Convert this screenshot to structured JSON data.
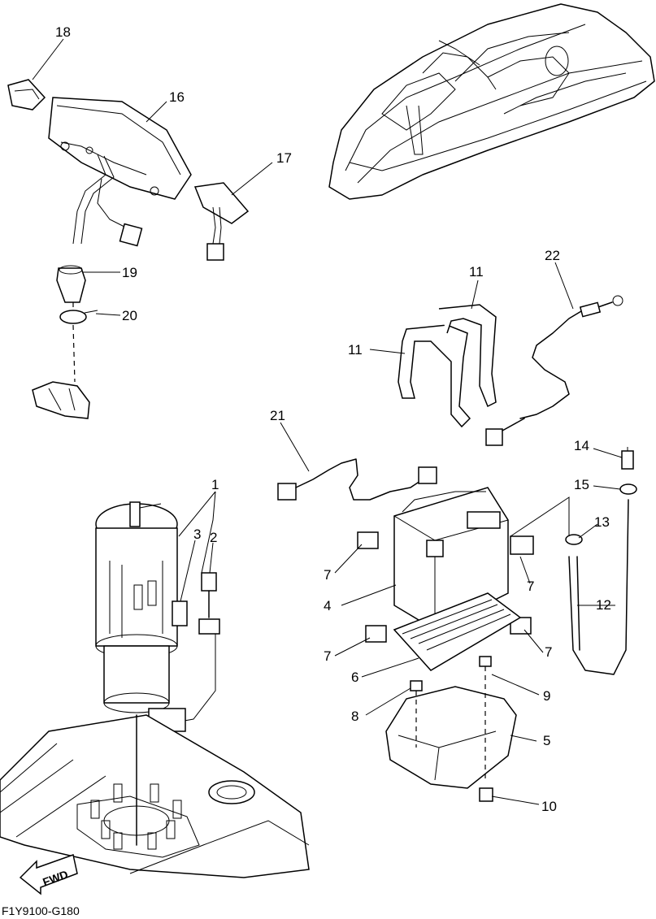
{
  "callouts": [
    {
      "id": "c18",
      "label": "18"
    },
    {
      "id": "c16",
      "label": "16"
    },
    {
      "id": "c17",
      "label": "17"
    },
    {
      "id": "c19",
      "label": "19"
    },
    {
      "id": "c20",
      "label": "20"
    },
    {
      "id": "c11a",
      "label": "11"
    },
    {
      "id": "c11b",
      "label": "11"
    },
    {
      "id": "c22",
      "label": "22"
    },
    {
      "id": "c21",
      "label": "21"
    },
    {
      "id": "c14",
      "label": "14"
    },
    {
      "id": "c15",
      "label": "15"
    },
    {
      "id": "c13",
      "label": "13"
    },
    {
      "id": "c12",
      "label": "12"
    },
    {
      "id": "c1",
      "label": "1"
    },
    {
      "id": "c3",
      "label": "3"
    },
    {
      "id": "c2",
      "label": "2"
    },
    {
      "id": "c7a",
      "label": "7"
    },
    {
      "id": "c7b",
      "label": "7"
    },
    {
      "id": "c7c",
      "label": "7"
    },
    {
      "id": "c7d",
      "label": "7"
    },
    {
      "id": "c4",
      "label": "4"
    },
    {
      "id": "c6",
      "label": "6"
    },
    {
      "id": "c9",
      "label": "9"
    },
    {
      "id": "c8",
      "label": "8"
    },
    {
      "id": "c5",
      "label": "5"
    },
    {
      "id": "c10",
      "label": "10"
    }
  ],
  "direction_marker": "FWD",
  "diagram_code": "F1Y9100-G180"
}
